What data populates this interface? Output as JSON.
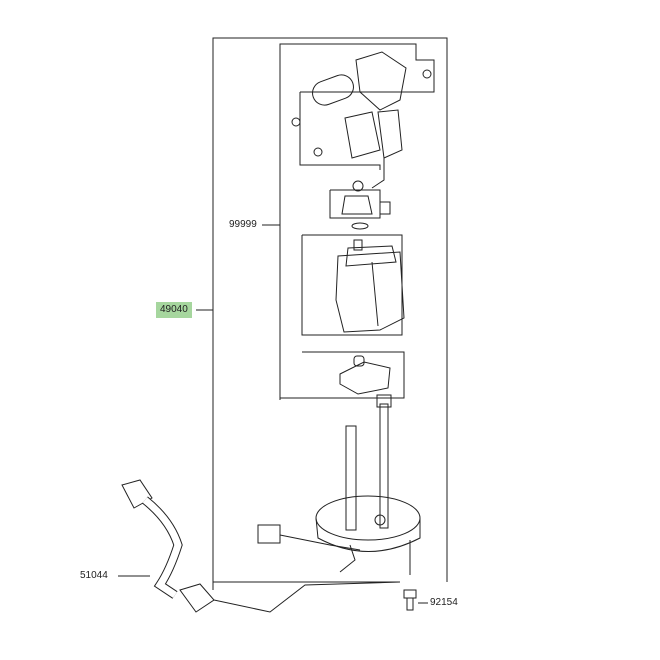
{
  "diagram": {
    "labels": {
      "fuel_pump_assy": "49040",
      "pump_subassembly": "99999",
      "hose": "51044",
      "bolt": "92154"
    },
    "highlight_color": "#a6d69e"
  }
}
